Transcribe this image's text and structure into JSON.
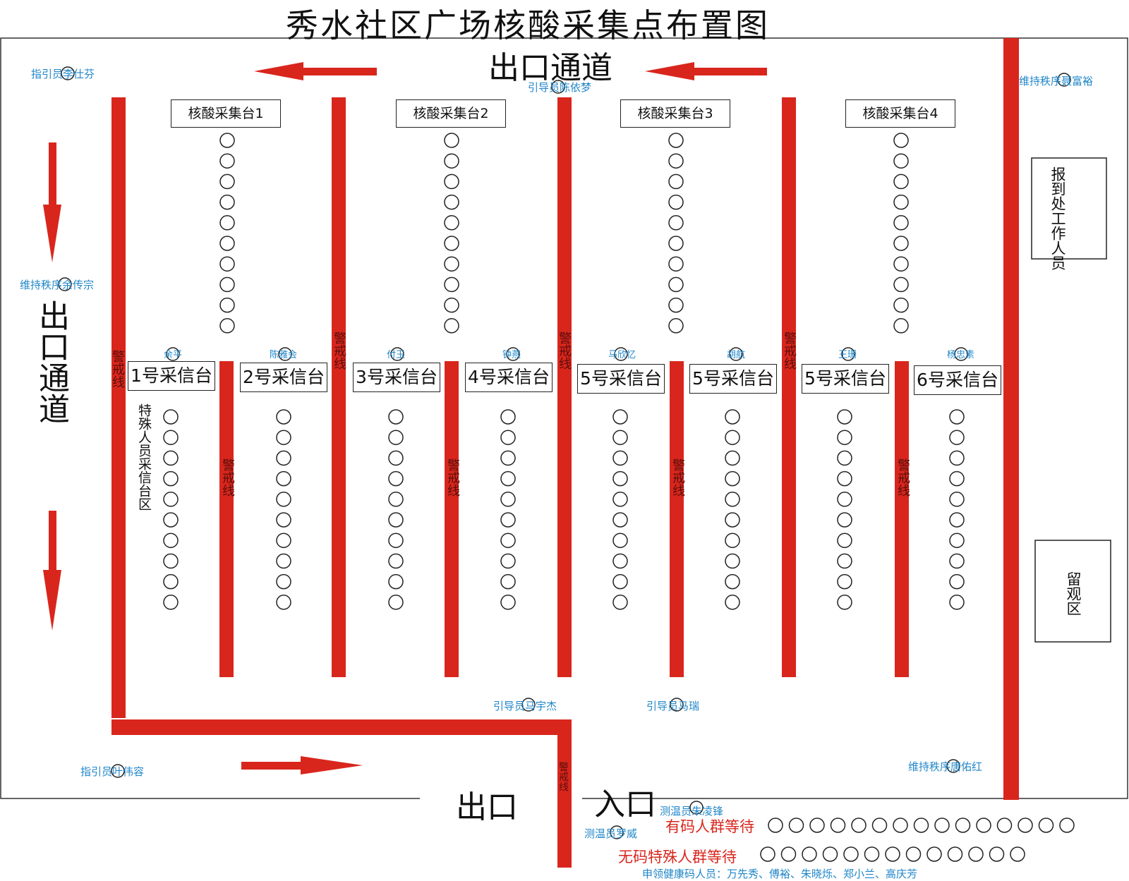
{
  "title": "秀水社区广场核酸采集点布置图",
  "exit_top": "出口通道",
  "exit_left": "出口通道",
  "exit_bottom": "出口",
  "entrance": "入口",
  "collection_desks": [
    "核酸采集台1",
    "核酸采集台2",
    "核酸采集台3",
    "核酸采集台4"
  ],
  "info_desks": [
    "1号采信台",
    "2号采信台",
    "3号采信台",
    "4号采信台",
    "5号采信台",
    "5号采信台",
    "5号采信台",
    "6号采信台"
  ],
  "special_area": "特殊人员采信台区",
  "report_area": "报到处工作人员",
  "observe_area": "留观区",
  "warning_line": "警戒线",
  "desk_staff": [
    "余平",
    "陈雅会",
    "付玉",
    "钟燕",
    "马欣忆",
    "胡航",
    "王珊",
    "杨忠素"
  ],
  "staff": {
    "guide_tl": "指引员李仕芬",
    "order_left": "维持秩序余传宗",
    "guide_top": "引导员陈依梦",
    "order_tr": "维持秩序聂富裕",
    "guide_b1": "引导员马宇杰",
    "guide_b2": "引导员马瑞",
    "guide_bl": "指引员叶伟容",
    "order_br": "维持秩序唐佑红",
    "temp1": "测温员朱凌锋",
    "temp2": "测温员罗威"
  },
  "queue_code": "有码人群等待",
  "queue_nocode": "无码特殊人群等待",
  "health_code_staff": "申领健康码人员：万先秀、傅裕、朱晓烁、郑小兰、高庆芳",
  "colors": {
    "red": "#d9261d",
    "blue": "#1f86c8"
  }
}
